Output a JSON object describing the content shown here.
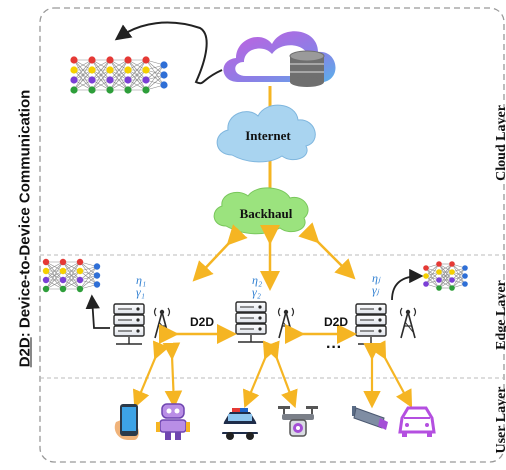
{
  "side_title_prefix": "D2D",
  "side_title_rest": ": Device-to-Device Communication",
  "layers": {
    "cloud": "Cloud Layer",
    "edge": "Edge Layer",
    "user": "User Layer"
  },
  "nodes": {
    "internet": "Internet",
    "backhaul": "Backhaul"
  },
  "links": {
    "d2d_left": "D2D",
    "d2d_right": "D2D",
    "dots": "···"
  },
  "params": {
    "s1_eta": "η₁",
    "s1_gamma": "γ₁",
    "s2_eta": "η₂",
    "s2_gamma": "γ₂",
    "sj_eta": "ηⱼ",
    "sj_gamma": "γⱼ"
  },
  "icons": [
    "neural-network-icon",
    "cloud-icon",
    "database-icon",
    "server-icon",
    "antenna-icon",
    "smartphone-icon",
    "robot-icon",
    "police-car-icon",
    "drone-icon",
    "cctv-camera-icon",
    "car-icon"
  ],
  "colors": {
    "link": "#f5b523",
    "cloud_grad_start": "#b15ae0",
    "cloud_grad_end": "#5aa7e8",
    "sky_cloud": "#a9d4f0",
    "green_cloud": "#9be37e",
    "param": "#2f7fd1"
  }
}
